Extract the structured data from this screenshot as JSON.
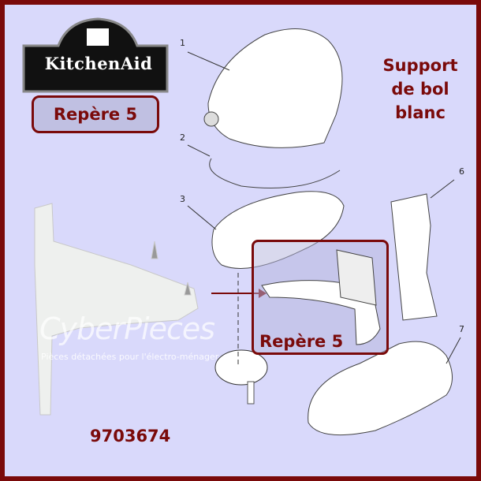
{
  "brand": {
    "logo_text": "KitchenAid"
  },
  "badge": {
    "label": "Repère 5"
  },
  "title": {
    "line1": "Support",
    "line2": "de bol",
    "line3": "blanc"
  },
  "highlight": {
    "label": "Repère 5"
  },
  "part_number": "9703674",
  "callouts": [
    "1",
    "2",
    "3",
    "6",
    "7"
  ],
  "watermark": {
    "name": "CyberPieces",
    "tagline": "Pièces détachées pour l'électro-ménager"
  },
  "colors": {
    "border": "#7a0a0a",
    "background": "#d9d9fb",
    "text_accent": "#7a0a0a"
  }
}
